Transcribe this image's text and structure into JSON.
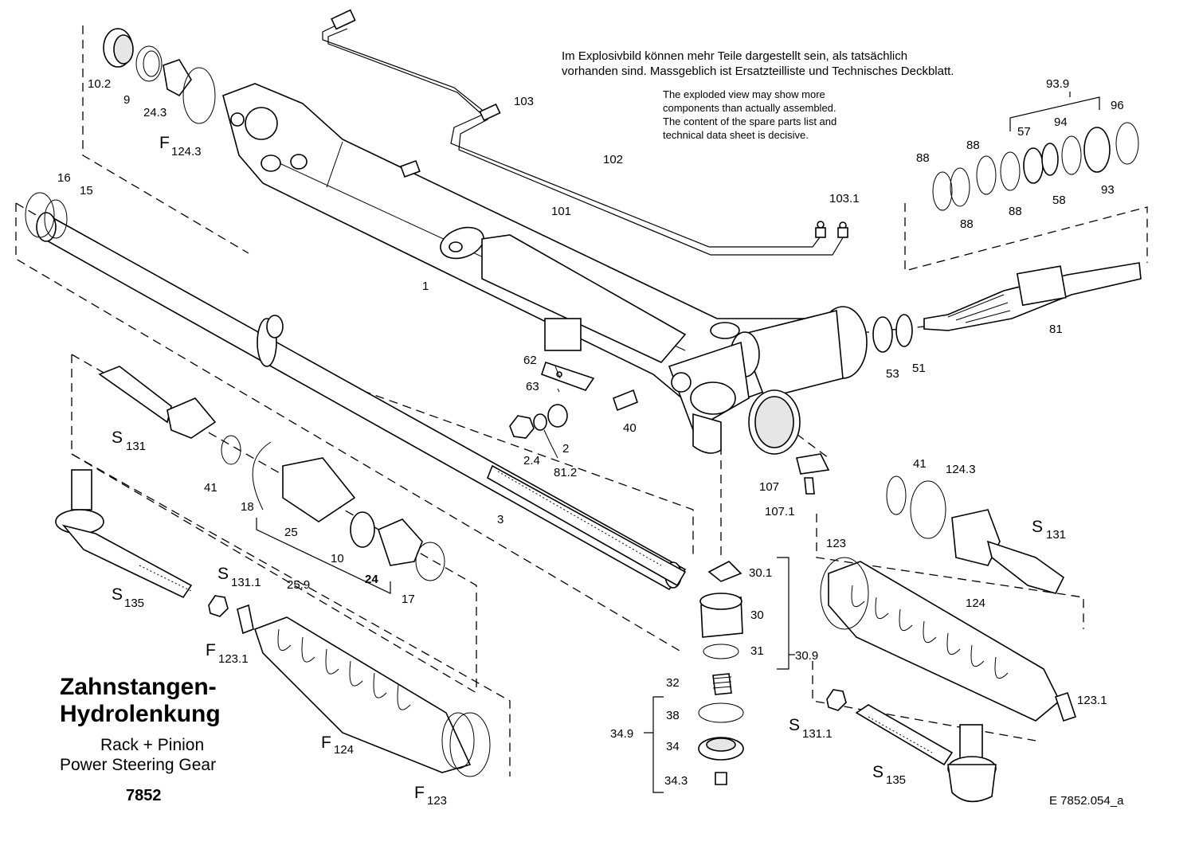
{
  "notes": {
    "de_line1": "Im Explosivbild können mehr Teile dargestellt sein, als tatsächlich",
    "de_line2": "vorhanden sind. Massgeblich ist Ersatzteilliste und Technisches Deckblatt.",
    "en_line1": "The exploded view may show more",
    "en_line2": "components than actually assembled.",
    "en_line3": "The content of the spare parts list and",
    "en_line4": "technical data sheet is decisive."
  },
  "title": {
    "de_line1": "Zahnstangen-",
    "de_line2": "Hydrolenkung",
    "en_line1": "Rack + Pinion",
    "en_line2": "Power Steering Gear",
    "number": "7852"
  },
  "doc_ref": "E  7852.054_a",
  "labels": {
    "p10_2": "10.2",
    "p9": "9",
    "p24_3": "24.3",
    "pF124_3_main": "F",
    "pF124_3_sub": "124.3",
    "p16": "16",
    "p15": "15",
    "p1": "1",
    "p101": "101",
    "p102": "102",
    "p103": "103",
    "p103_1": "103.1",
    "p93_9": "93.9",
    "p96": "96",
    "p57": "57",
    "p94": "94",
    "p88a": "88",
    "p88b": "88",
    "p88c": "88",
    "p88d": "88",
    "p58": "58",
    "p93": "93",
    "p81": "81",
    "p53": "53",
    "p51": "51",
    "p62": "62",
    "p63": "63",
    "p40": "40",
    "p2": "2",
    "p2_4": "2.4",
    "p81_2": "81.2",
    "pS131_main": "S",
    "pS131_sub": "131",
    "p41": "41",
    "p18": "18",
    "p25": "25",
    "p10": "10",
    "p25_9": "25.9",
    "p24": "24",
    "p17": "17",
    "p3": "3",
    "pS135_main": "S",
    "pS135_sub": "135",
    "pS131_1_main": "S",
    "pS131_1_sub": "131.1",
    "pF123_1_main": "F",
    "pF123_1_sub": "123.1",
    "pF124_main": "F",
    "pF124_sub": "124",
    "pF123_main": "F",
    "pF123_sub": "123",
    "p107": "107",
    "p107_1": "107.1",
    "p41r": "41",
    "p124_3r": "124.3",
    "pS131r_main": "S",
    "pS131r_sub": "131",
    "p123": "123",
    "p124": "124",
    "p123_1": "123.1",
    "pS131_1r_main": "S",
    "pS131_1r_sub": "131.1",
    "pS135r_main": "S",
    "pS135r_sub": "135",
    "p30_1": "30.1",
    "p30": "30",
    "p31": "31",
    "p30_9": "30.9",
    "p32": "32",
    "p38": "38",
    "p34": "34",
    "p34_3": "34.3",
    "p34_9": "34.9"
  }
}
